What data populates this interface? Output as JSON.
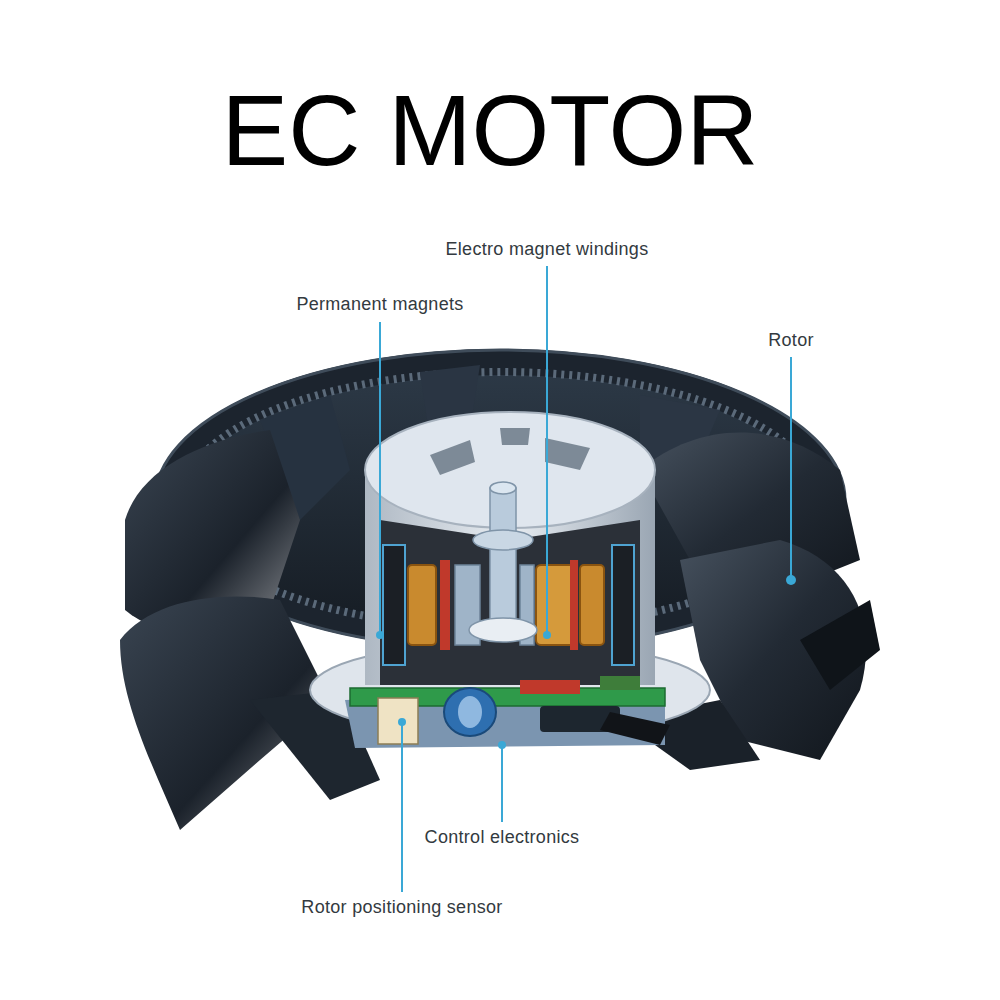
{
  "diagram": {
    "title": "EC MOTOR",
    "labels": [
      "Electro magnet windings",
      "Permanent magnets",
      "Rotor",
      "Control electronics",
      "Rotor positioning sensor"
    ]
  }
}
